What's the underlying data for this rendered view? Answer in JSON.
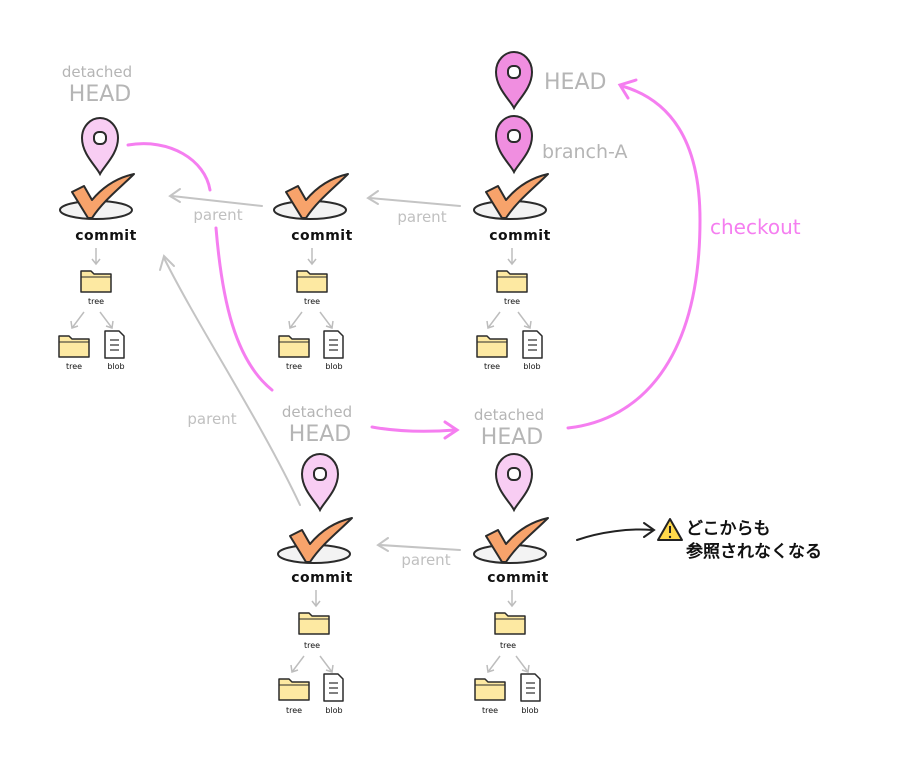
{
  "labels": {
    "detached": "detached",
    "head": "HEAD",
    "branch": "branch-A",
    "checkout": "checkout",
    "parent": "parent",
    "commit": "commit",
    "tree": "tree",
    "blob": "blob",
    "warning_line1": "どこからも",
    "warning_line2": "参照されなくなる"
  },
  "colors": {
    "pink_arrow": "#f57ef0",
    "grey_arrow": "#c4c4c4",
    "pin_fill_dark": "#f08ee0",
    "pin_fill_light": "#f8cdf3",
    "check_fill": "#f7a36b",
    "folder_fill": "#fde9a2",
    "warning_fill": "#ffd84a"
  },
  "icons": [
    "location-pin-icon",
    "checkmark-icon",
    "folder-icon",
    "file-icon",
    "warning-icon"
  ]
}
